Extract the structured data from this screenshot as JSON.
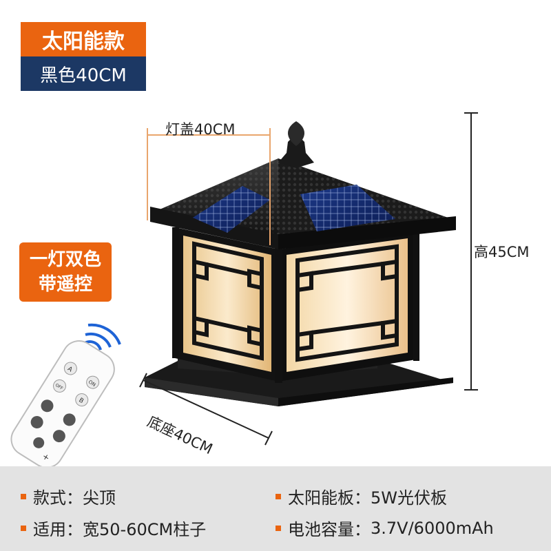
{
  "badges": {
    "type": "太阳能款",
    "color_size": "黑色40CM",
    "feature_line1": "一灯双色",
    "feature_line2": "带遥控"
  },
  "dimensions": {
    "cap": "灯盖40CM",
    "height": "高45CM",
    "base": "底座40CM"
  },
  "specs": [
    {
      "label": "款式：",
      "value": "尖顶"
    },
    {
      "label": "太阳能板：",
      "value": "5W光伏板"
    },
    {
      "label": "适用：",
      "value": "宽50-60CM柱子"
    },
    {
      "label": "电池容量：",
      "value": "3.7V/6000mAh"
    }
  ],
  "remote": {
    "btn_a": "A",
    "btn_on": "ON",
    "btn_off": "OFF",
    "btn_b": "B",
    "btn_plus": "+"
  },
  "colors": {
    "accent": "#ea6410",
    "navy": "#1c3864",
    "info_bg": "#e3e3e3"
  }
}
